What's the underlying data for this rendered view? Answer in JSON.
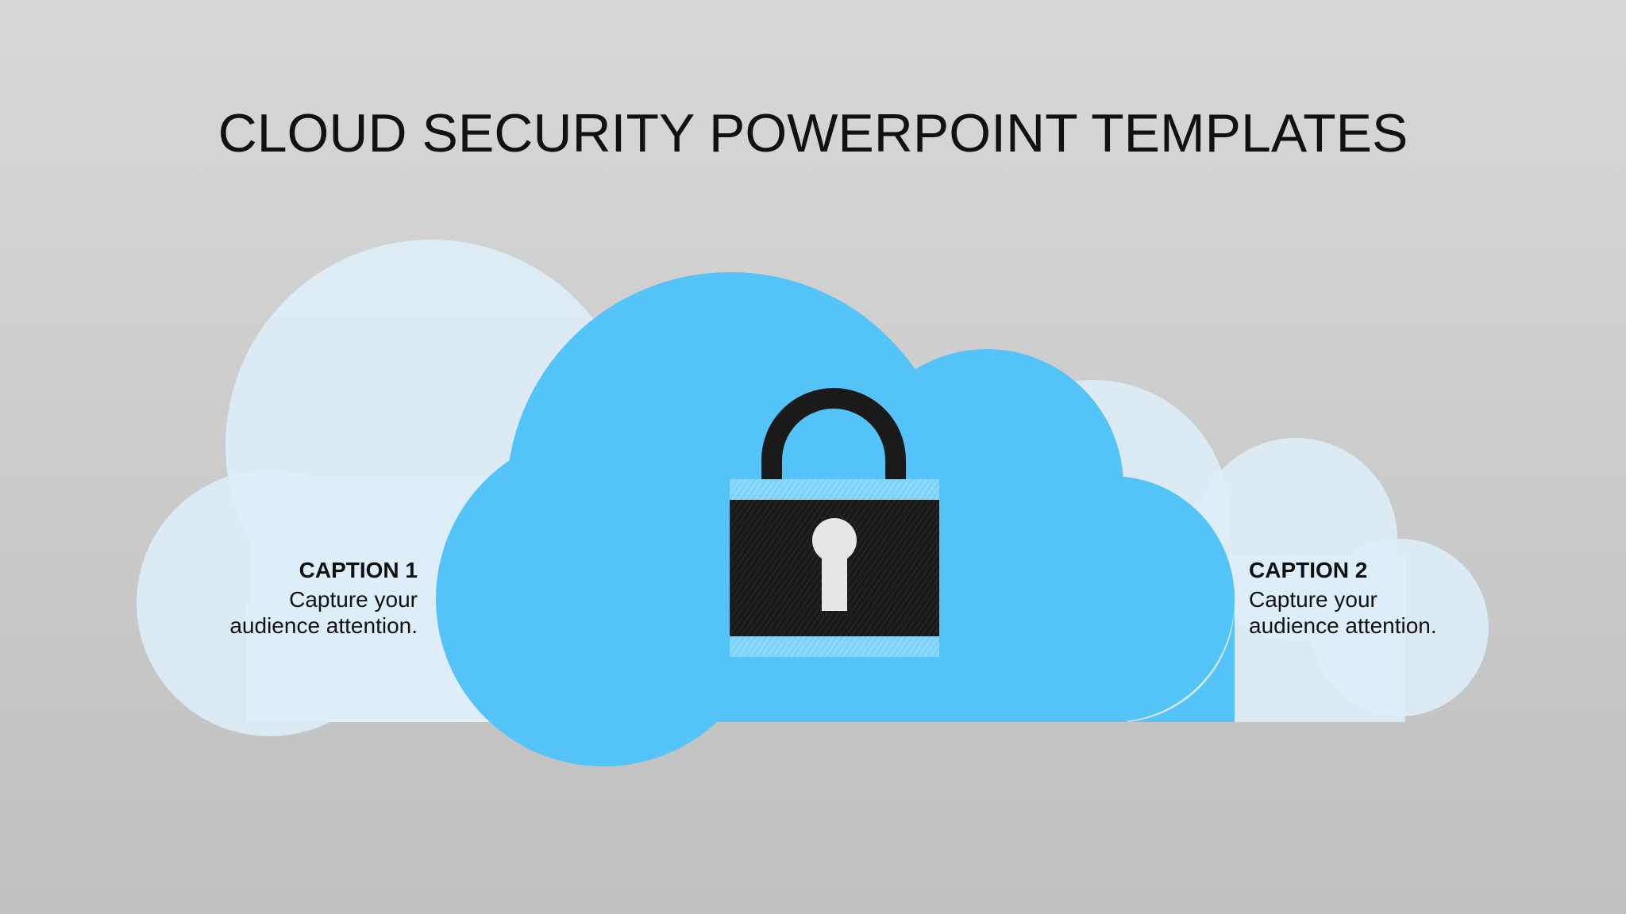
{
  "slide": {
    "title": "CLOUD SECURITY POWERPOINT TEMPLATES"
  },
  "captions": [
    {
      "heading": "CAPTION 1",
      "line1": "Capture your",
      "line2": "audience attention."
    },
    {
      "heading": "CAPTION 2",
      "line1": "Capture your",
      "line2": "audience attention."
    }
  ],
  "icons": {
    "center": "padlock-icon"
  },
  "colors": {
    "background_top": "#d8d8d8",
    "background_bottom": "#c0c0c0",
    "cloud_light": "#ddeef8",
    "cloud_main": "#53c3f8",
    "lock_body": "#1a1a1a",
    "keyhole": "#e6e6e6"
  }
}
